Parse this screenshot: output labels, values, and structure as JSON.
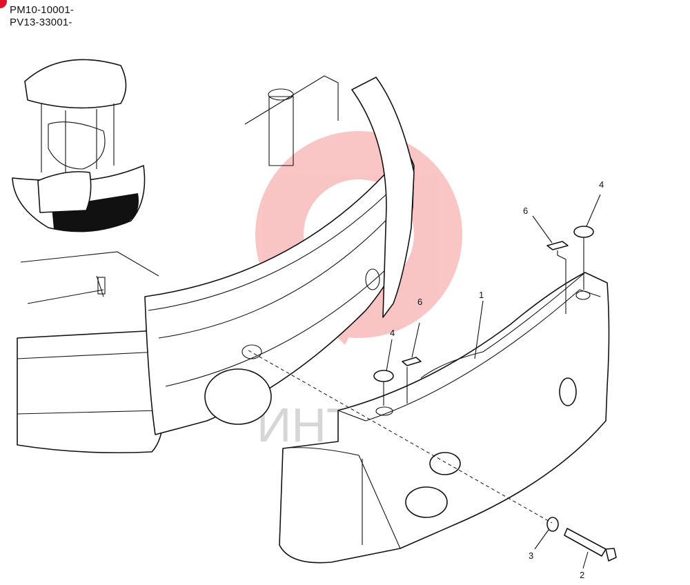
{
  "header": {
    "serial_range_1": "PM10-10001-",
    "serial_range_2": "PV13-33001-"
  },
  "watermark": {
    "text": "ИНТЕХ",
    "color": "#f05a5a"
  },
  "callouts": {
    "item_1": "1",
    "item_2": "2",
    "item_3": "3",
    "item_4_upper": "4",
    "item_4_lower": "4",
    "item_6_upper": "6",
    "item_6_lower": "6"
  },
  "colors": {
    "line": "#111111",
    "accent_mark": "#e0102a"
  }
}
